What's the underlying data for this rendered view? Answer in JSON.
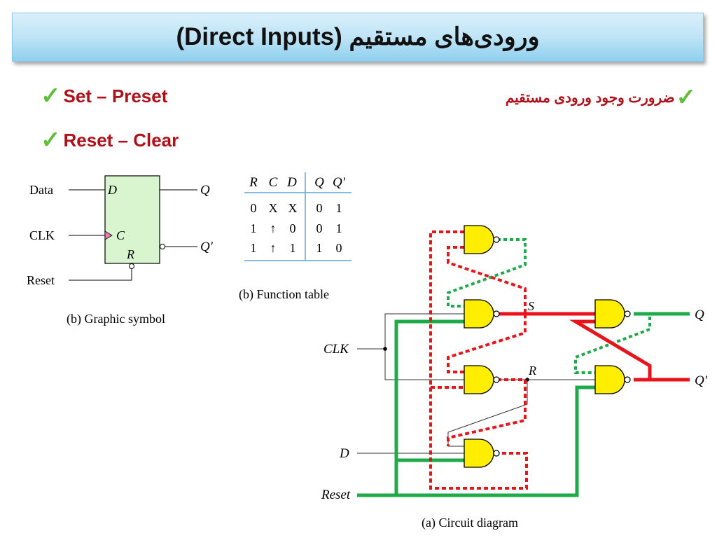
{
  "slide": {
    "title": "ورودی‌های مستقیم (Direct Inputs)",
    "bullets_left": [
      "Set – Preset",
      "Reset – Clear"
    ],
    "bullet_right": "ضرورت وجود ورودی مستقیم"
  },
  "symbol": {
    "inputs": [
      "Data",
      "CLK",
      "Reset"
    ],
    "pins": [
      "D",
      "C",
      "R"
    ],
    "outputs": [
      "Q",
      "Q′"
    ],
    "caption": "(b) Graphic symbol"
  },
  "table": {
    "headers": [
      "R",
      "C",
      "D",
      "Q",
      "Q′"
    ],
    "rows": [
      [
        "0",
        "X",
        "X",
        "0",
        "1"
      ],
      [
        "1",
        "↑",
        "0",
        "0",
        "1"
      ],
      [
        "1",
        "↑",
        "1",
        "1",
        "0"
      ]
    ],
    "caption": "(b) Function table"
  },
  "circuit": {
    "inputs": [
      "CLK",
      "D",
      "Reset"
    ],
    "nodes": [
      "S",
      "R"
    ],
    "outputs": [
      "Q",
      "Q′"
    ],
    "caption": "(a) Circuit diagram"
  },
  "colors": {
    "title_bg": "#bfe4f6",
    "bullet_text": "#b0101a",
    "check": "#5fbf3a",
    "gate_fill": "#ffee00",
    "red_path": "#e8141b",
    "green_path": "#1faa4a",
    "symbol_fill": "#d8f5d0"
  }
}
